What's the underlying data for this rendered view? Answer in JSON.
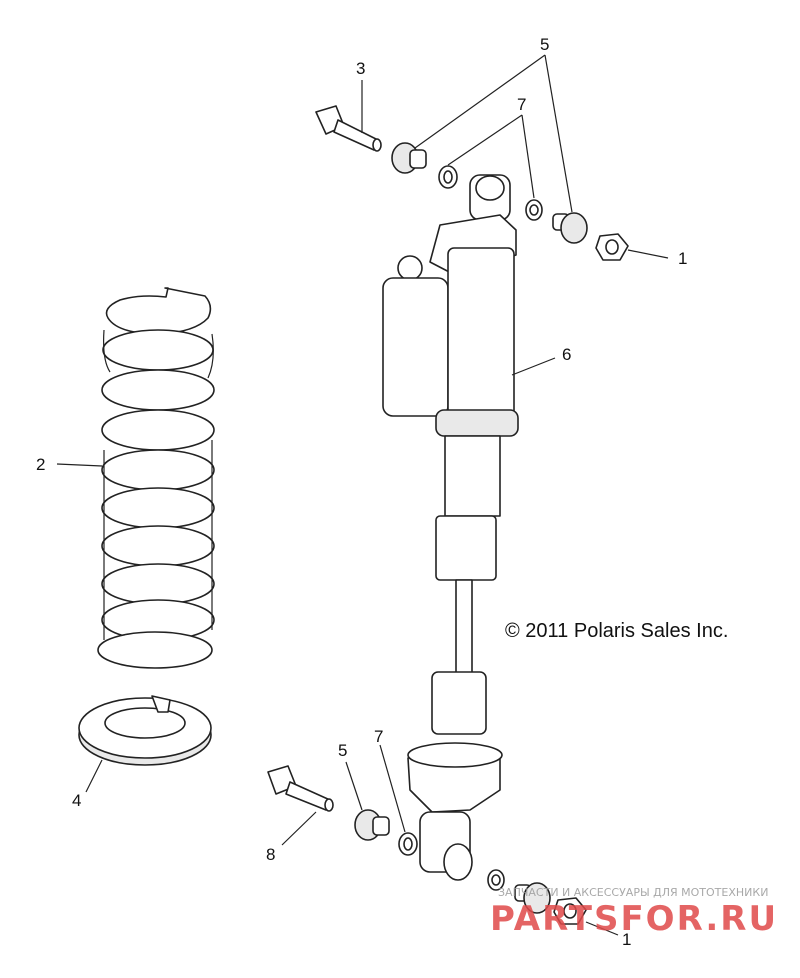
{
  "callouts": {
    "c1_top": "1",
    "c1_bottom": "1",
    "c2": "2",
    "c3": "3",
    "c4": "4",
    "c5_top": "5",
    "c5_bottom": "5",
    "c6": "6",
    "c7_top": "7",
    "c7_bottom": "7",
    "c8": "8"
  },
  "copyright": "© 2011 Polaris Sales Inc.",
  "watermark": {
    "tagline": "ЗАПЧАСТИ И АКСЕССУАРЫ ДЛЯ МОТОТЕХНИКИ",
    "brand": "PARTSFOR.RU",
    "color": "#e04a4a"
  },
  "colors": {
    "line": "#222222",
    "background": "#ffffff"
  }
}
